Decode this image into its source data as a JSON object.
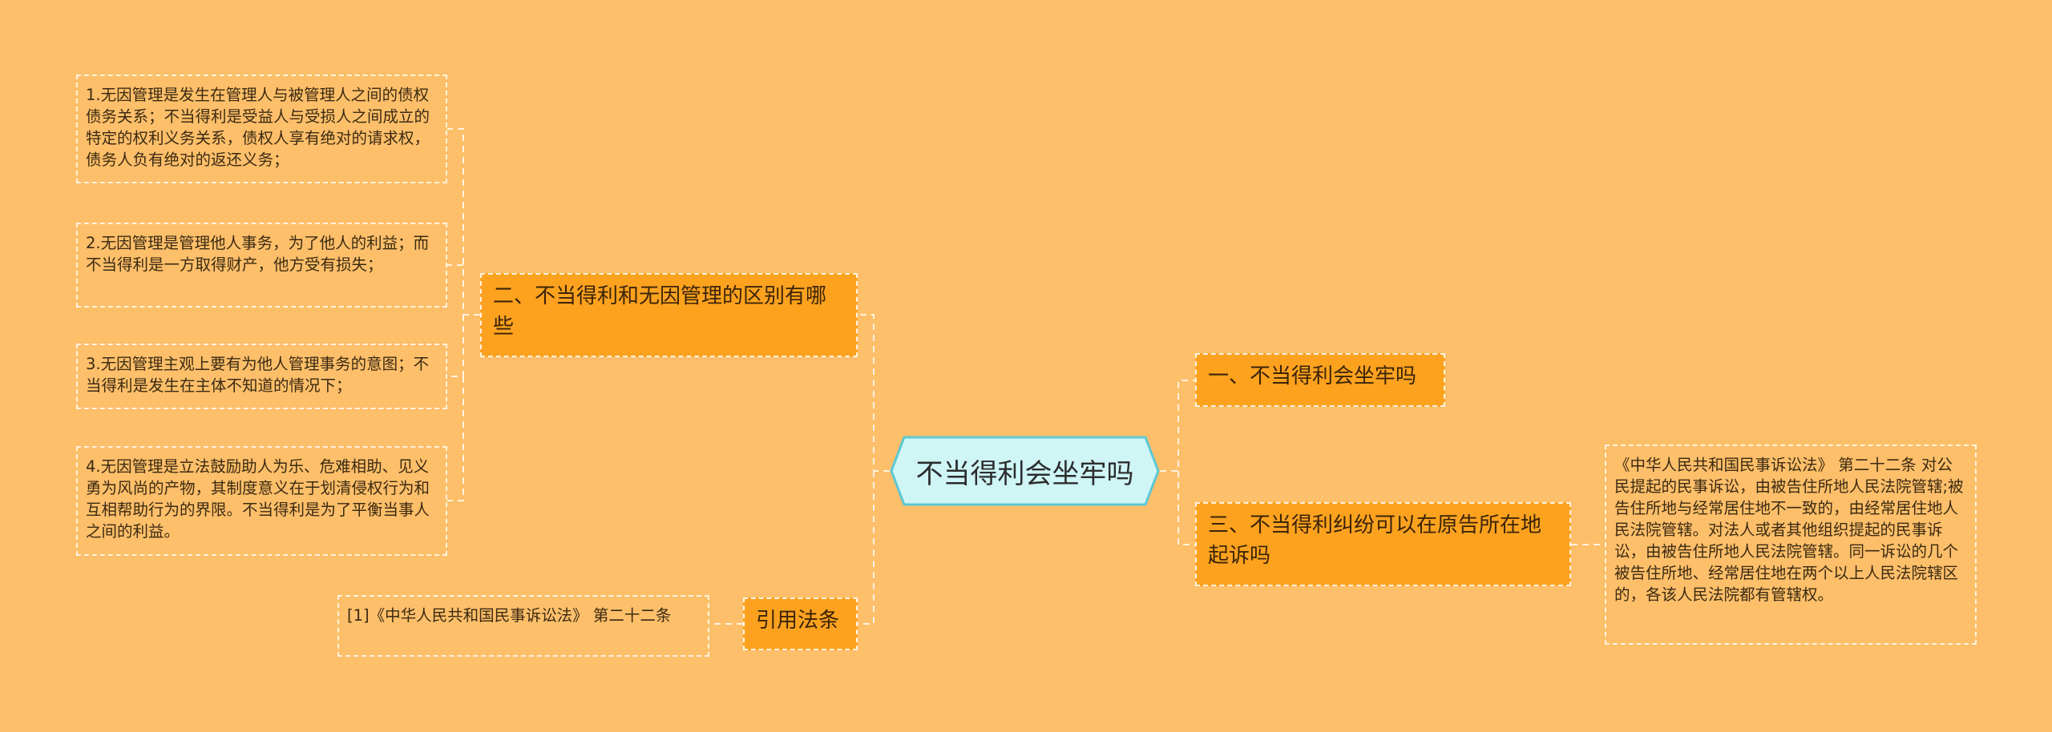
{
  "center": {
    "title": "不当得利会坐牢吗"
  },
  "left_branches": [
    {
      "label": "二、不当得利和无因管理的区别有哪些",
      "children": [
        "1.无因管理是发生在管理人与被管理人之间的债权债务关系；不当得利是受益人与受损人之间成立的特定的权利义务关系，债权人享有绝对的请求权，债务人负有绝对的返还义务；",
        "2.无因管理是管理他人事务，为了他人的利益；而不当得利是一方取得财产，他方受有损失；",
        "3.无因管理主观上要有为他人管理事务的意图；不当得利是发生在主体不知道的情况下；",
        "4.无因管理是立法鼓励助人为乐、危难相助、见义勇为风尚的产物，其制度意义在于划清侵权行为和互相帮助行为的界限。不当得利是为了平衡当事人之间的利益。"
      ]
    },
    {
      "label": "引用法条",
      "children": [
        "[1]《中华人民共和国民事诉讼法》 第二十二条"
      ]
    }
  ],
  "right_branches": [
    {
      "label": "一、不当得利会坐牢吗",
      "children": []
    },
    {
      "label": "三、不当得利纠纷可以在原告所在地起诉吗",
      "children": [
        "《中华人民共和国民事诉讼法》 第二十二条 对公民提起的民事诉讼，由被告住所地人民法院管辖;被告住所地与经常居住地不一致的，由经常居住地人民法院管辖。对法人或者其他组织提起的民事诉讼，由被告住所地人民法院管辖。同一诉讼的几个被告住所地、经常居住地在两个以上人民法院辖区的，各该人民法院都有管辖权。"
      ]
    }
  ],
  "colors": {
    "background": "#fdbf6a",
    "branch": "#fca21f",
    "center_fill": "#cff5f5",
    "center_border": "#5cc8d4",
    "connector": "#fff3e0"
  }
}
